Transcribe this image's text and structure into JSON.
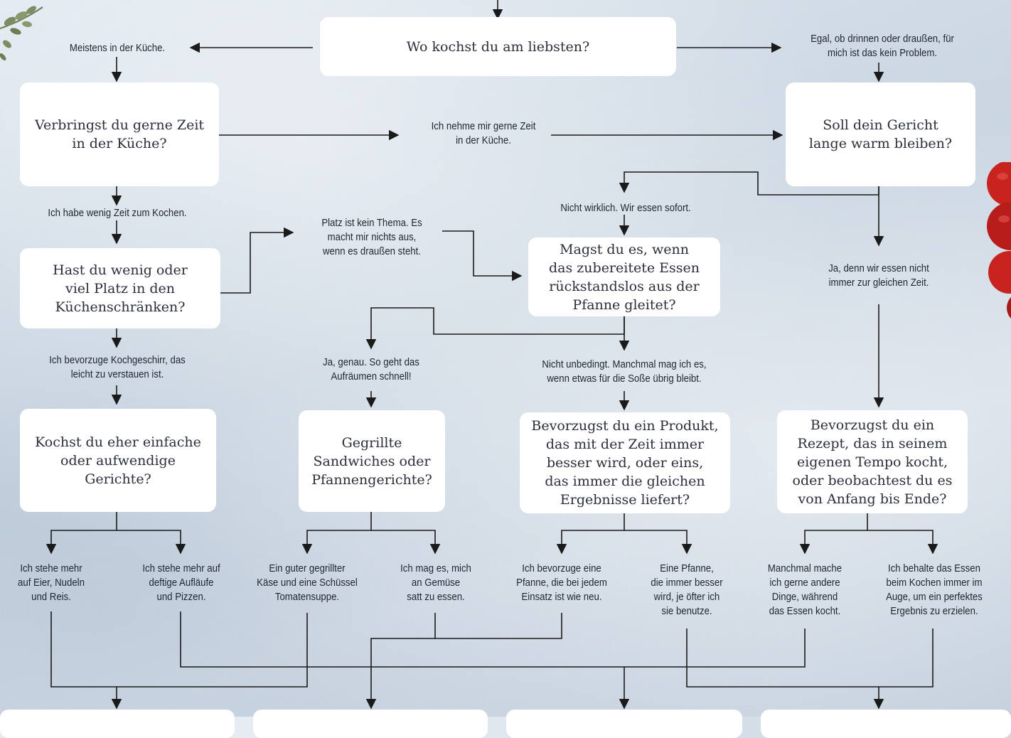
{
  "colors": {
    "arrow": "#1a1a1a",
    "box": "#ffffff",
    "text": "#2a2f3a",
    "tomato": "#c8231f"
  },
  "decorations": [
    "herb-sprig-icon",
    "tomato-vine-icon"
  ],
  "questions": {
    "q_where": "Wo kochst du am liebsten?",
    "q_time": "Verbringst du gerne Zeit\nin der Küche?",
    "q_warm": "Soll dein Gericht\nlange warm bleiben?",
    "q_space": "Hast du wenig oder\nviel Platz in den\nKüchenschränken?",
    "q_glide": "Magst du es, wenn\ndas zubereitete Essen\nrückstandslos aus der\nPfanne gleitet?",
    "q_simple": "Kochst du eher einfache\noder aufwendige\nGerichte?",
    "q_grill": "Gegrillte\nSandwiches oder\nPfannengerichte?",
    "q_product": "Bevorzugst du ein Produkt,\ndas mit der Zeit immer\nbesser wird, oder eins,\ndas immer die gleichen\nErgebnisse liefert?",
    "q_recipe": "Bevorzugst du ein\nRezept, das in seinem\neigenen Tempo kocht,\noder beobachtest du es\nvon Anfang bis Ende?"
  },
  "answers": {
    "a_kitchen": "Meistens in der Küche.",
    "a_anywhere": "Egal, ob drinnen oder draußen, für\nmich ist das kein Problem.",
    "a_take_time": "Ich nehme mir gerne Zeit\nin der Küche.",
    "a_little_time": "Ich habe wenig Zeit zum Kochen.",
    "a_space_ok": "Platz ist kein Thema. Es\nmacht mir nichts aus,\nwenn es draußen steht.",
    "a_not_really": "Nicht wirklich. Wir essen sofort.",
    "a_yes_time": "Ja, denn wir essen nicht\nimmer zur gleichen Zeit.",
    "a_stow": "Ich bevorzuge Kochgeschirr, das\nleicht zu verstauen ist.",
    "a_yes_exactly": "Ja, genau. So geht das\nAufräumen schnell!",
    "a_not_necessarily": "Nicht unbedingt. Manchmal mag ich es,\nwenn etwas für die Soße übrig bleibt.",
    "a_eggs": "Ich stehe mehr\nauf Eier, Nudeln\nund Reis.",
    "a_casseroles": "Ich stehe mehr auf\ndeftige Aufläufe\nund Pizzen.",
    "a_cheese": "Ein guter gegrillter\nKäse und eine Schüssel\nTomatensuppe.",
    "a_veggies": "Ich mag es, mich\nan Gemüse\nsatt zu essen.",
    "a_like_new": "Ich bevorzuge eine\nPfanne, die bei jedem\nEinsatz ist wie neu.",
    "a_better": "Eine Pfanne,\ndie immer besser\nwird, je öfter ich\nsie benutze.",
    "a_other_things": "Manchmal mache\nich gerne andere\nDinge, während\ndas Essen kocht.",
    "a_watch": "Ich behalte das Essen\nbeim Kochen immer im\nAuge, um ein perfektes\nErgebnis zu erzielen."
  }
}
